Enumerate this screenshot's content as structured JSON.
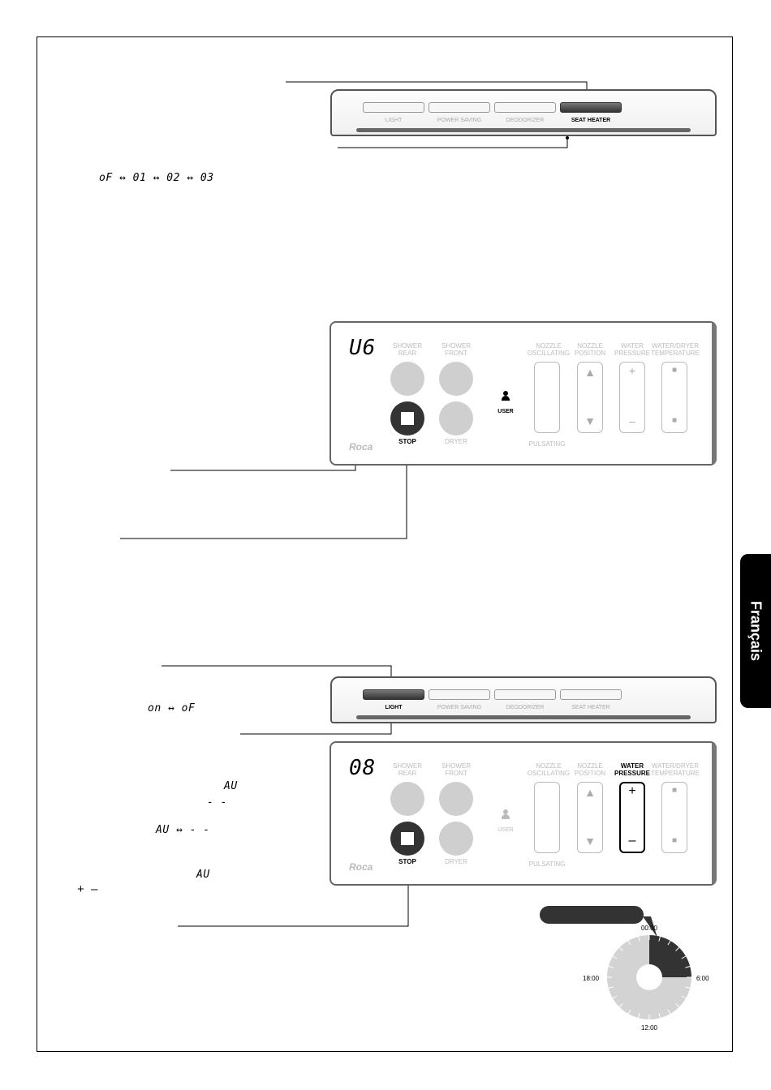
{
  "seat_heater_section": {
    "sequence": "oF ↔ 01 ↔ 02 ↔ 03",
    "strip_buttons": [
      {
        "label": "LIGHT",
        "active": false
      },
      {
        "label": "POWER SAVING",
        "active": false
      },
      {
        "label": "DEODORIZER",
        "active": false
      },
      {
        "label": "SEAT HEATER",
        "active": true
      }
    ]
  },
  "user_section": {
    "display": "U6",
    "labels": {
      "shower_rear": "SHOWER\nREAR",
      "shower_front": "SHOWER\nFRONT",
      "nozzle_oscillating": "NOZZLE\nOSCILLATING",
      "nozzle_position": "NOZZLE\nPOSITION",
      "water_pressure": "WATER\nPRESSURE",
      "water_dryer_temp": "WATER/DRYER\nTEMPERATURE",
      "user": "USER",
      "stop": "STOP",
      "dryer": "DRYER",
      "pulsating": "PULSATING",
      "brand": "Roca"
    }
  },
  "light_section": {
    "sequence": "on ↔ oF",
    "strip_buttons": [
      {
        "label": "LIGHT",
        "active": true
      },
      {
        "label": "POWER SAVING",
        "active": false
      },
      {
        "label": "DEODORIZER",
        "active": false
      },
      {
        "label": "SEAT HEATER",
        "active": false
      }
    ]
  },
  "power_saving_section": {
    "display": "08",
    "au": "AU",
    "dashes": "- -",
    "toggle": "AU ↔ - -",
    "au_again": "AU",
    "plus_minus": "+  –",
    "plus": "+",
    "minus": "–",
    "labels": {
      "shower_rear": "SHOWER\nREAR",
      "shower_front": "SHOWER\nFRONT",
      "nozzle_oscillating": "NOZZLE\nOSCILLATING",
      "nozzle_position": "NOZZLE\nPOSITION",
      "water_pressure": "WATER\nPRESSURE",
      "water_dryer_temp": "WATER/DRYER\nTEMPERATURE",
      "user": "USER",
      "stop": "STOP",
      "dryer": "DRYER",
      "pulsating": "PULSATING",
      "brand": "Roca"
    }
  },
  "clock": {
    "top": "00:00",
    "right": "6:00",
    "bottom": "12:00",
    "left": "18:00",
    "highlight_fraction": 0.25
  },
  "side_tab": "Français",
  "colors": {
    "dark": "#333333",
    "light_grey": "#cccccc",
    "clock_grey": "#d3d3d3"
  }
}
